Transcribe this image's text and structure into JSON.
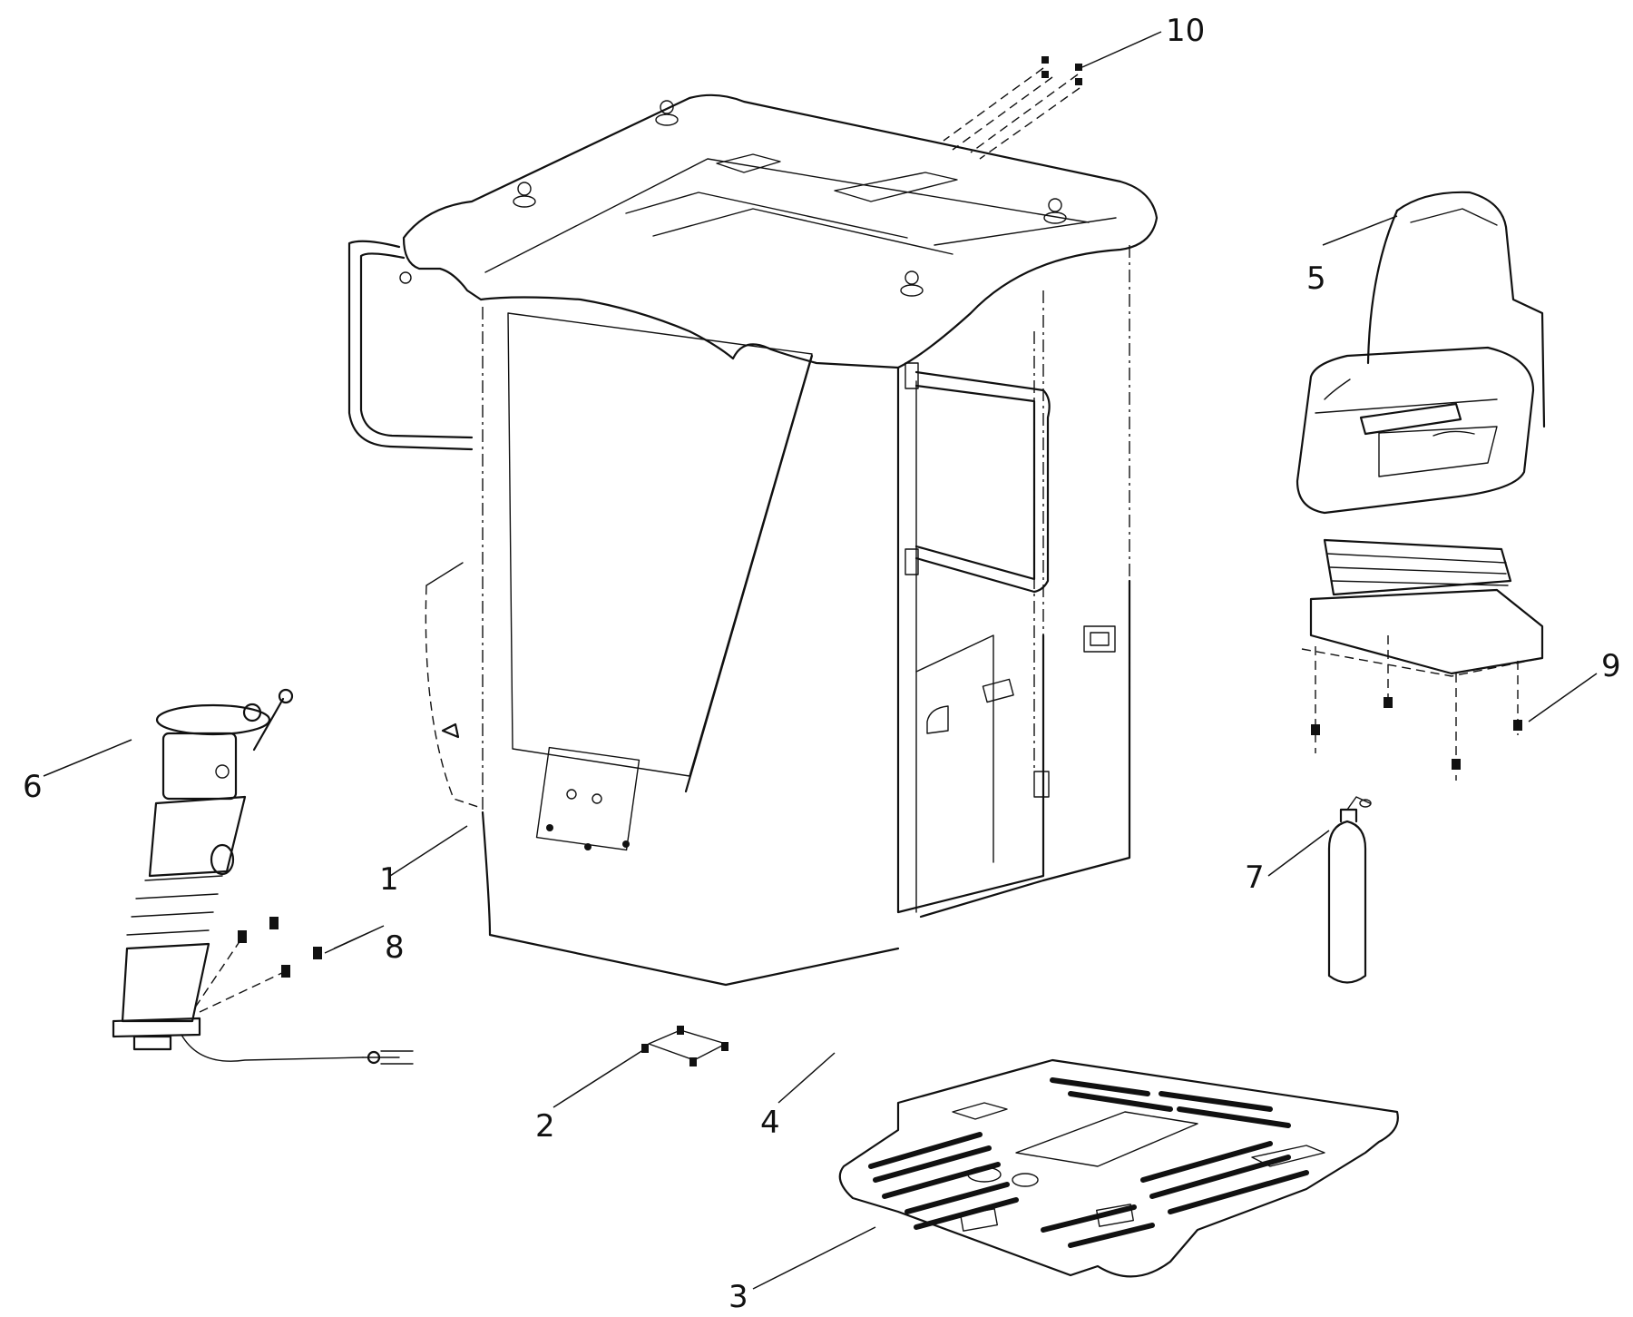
{
  "callouts": [
    {
      "id": "c1",
      "label": "1"
    },
    {
      "id": "c2",
      "label": "2"
    },
    {
      "id": "c3",
      "label": "3"
    },
    {
      "id": "c4",
      "label": "4"
    },
    {
      "id": "c5",
      "label": "5"
    },
    {
      "id": "c6",
      "label": "6"
    },
    {
      "id": "c7",
      "label": "7"
    },
    {
      "id": "c8",
      "label": "8"
    },
    {
      "id": "c9",
      "label": "9"
    },
    {
      "id": "c10",
      "label": "10"
    }
  ],
  "parts": {
    "cab": "cab-body",
    "seat": "operator-seat",
    "steering": "steering-column",
    "floor": "floor-plate",
    "extinguisher": "fire-extinguisher"
  }
}
